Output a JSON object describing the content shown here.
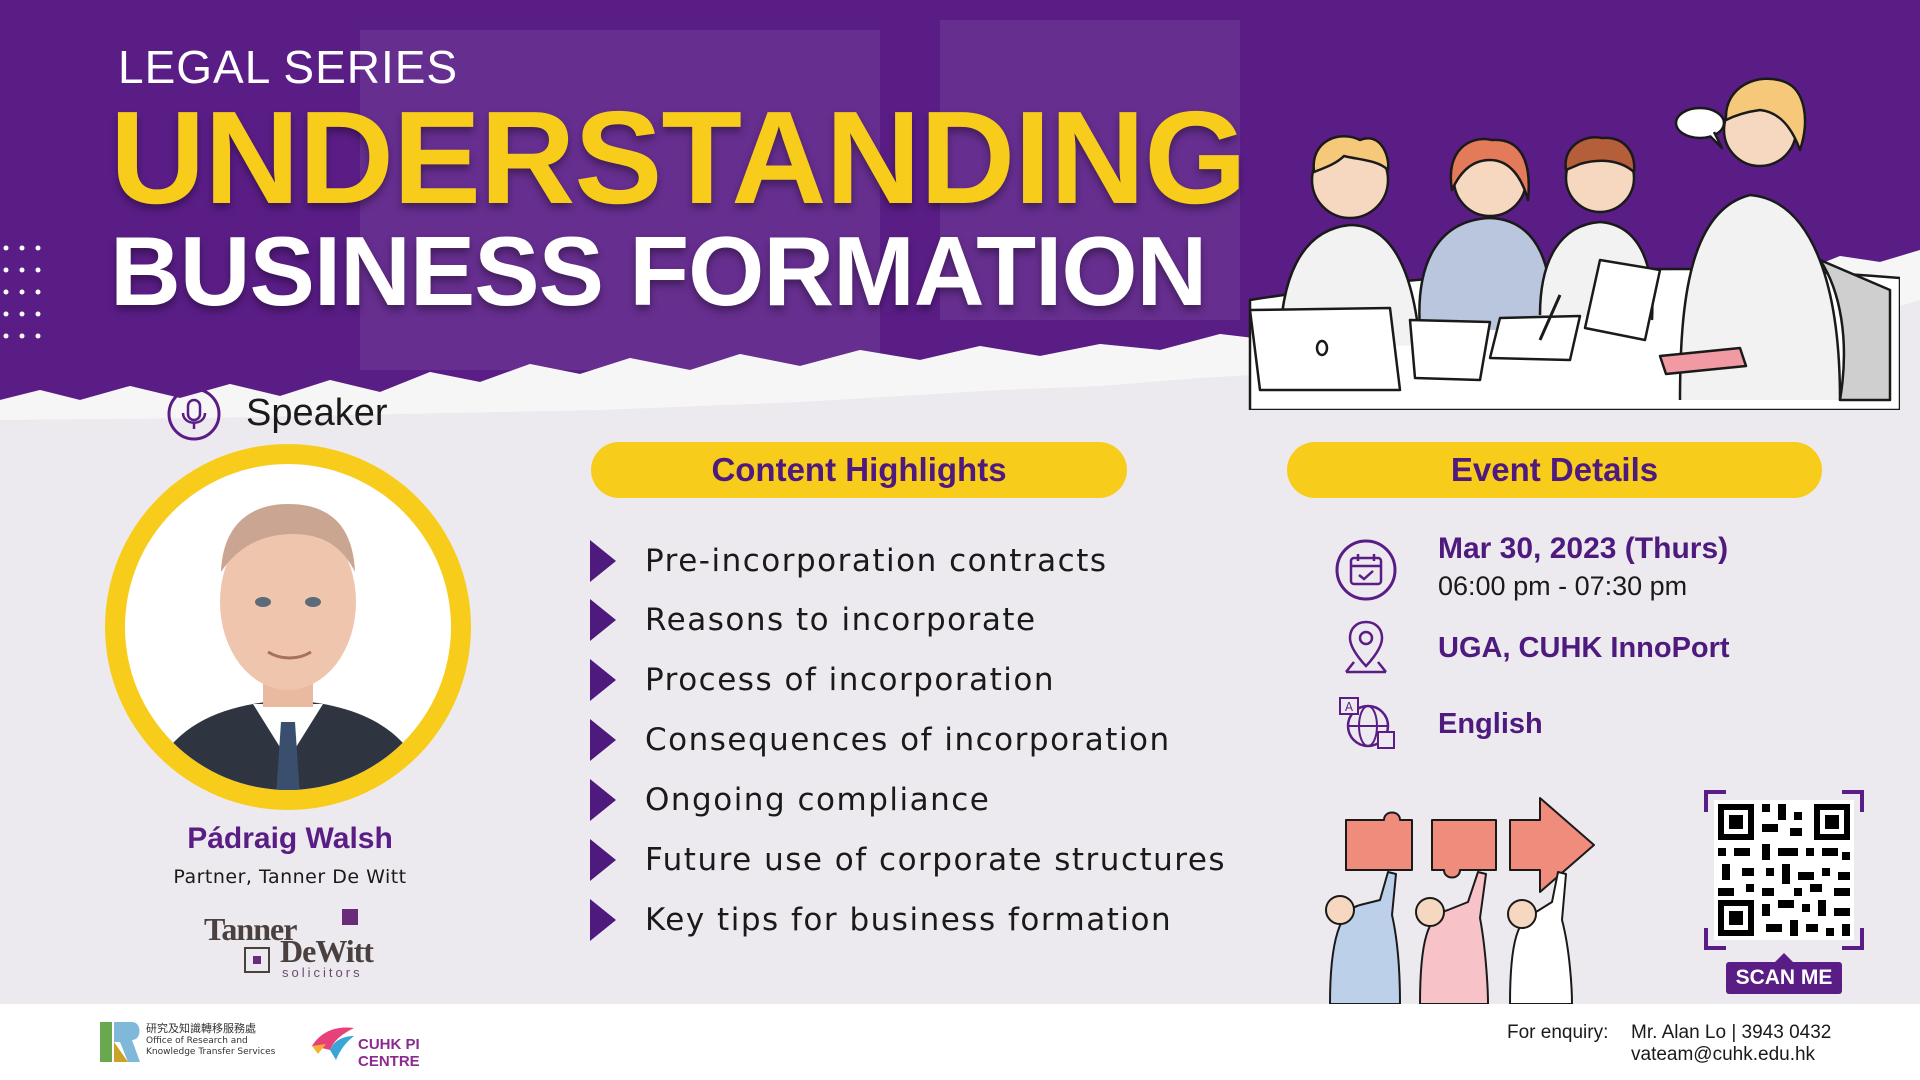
{
  "header": {
    "series": "LEGAL SERIES",
    "title_line1": "UNDERSTANDING",
    "title_line2": "BUSINESS FORMATION"
  },
  "speaker": {
    "label": "Speaker",
    "name": "Pádraig Walsh",
    "role": "Partner, Tanner De Witt",
    "firm_logo": {
      "line1": "Tanner",
      "line2": "DeWitt",
      "line3": "solicitors"
    }
  },
  "highlights": {
    "title": "Content Highlights",
    "items": [
      "Pre-incorporation contracts",
      "Reasons to incorporate",
      "Process of incorporation",
      "Consequences of incorporation",
      "Ongoing compliance",
      "Future use of corporate structures",
      "Key tips for business formation"
    ]
  },
  "event": {
    "title": "Event Details",
    "date": "Mar 30, 2023 (Thurs)",
    "time": "06:00 pm - 07:30 pm",
    "venue": "UGA, CUHK InnoPort",
    "language": "English",
    "icons": [
      "calendar-icon",
      "location-pin-icon",
      "language-icon"
    ]
  },
  "qr": {
    "label": "SCAN ME"
  },
  "footer": {
    "org1_cn": "研究及知識轉移服務處",
    "org1_en": "Office of Research and Knowledge Transfer Services",
    "org2": "CUHK PI CENTRE",
    "enquiry_label": "For enquiry:",
    "enquiry_contact": "Mr. Alan Lo | 3943 0432",
    "enquiry_email": "vateam@cuhk.edu.hk"
  },
  "colors": {
    "purple": "#5a1d86",
    "deep_purple": "#4e1a7e",
    "yellow": "#f8cc1b",
    "background": "#eceaee"
  }
}
